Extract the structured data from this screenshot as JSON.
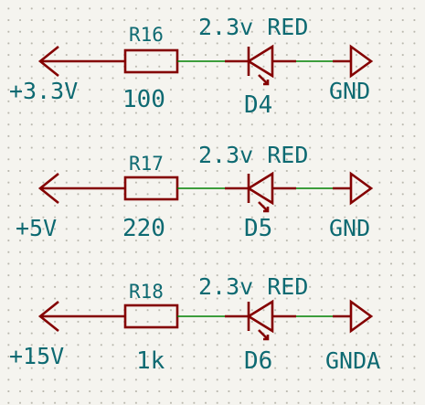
{
  "rows": [
    {
      "power_label": "+3.3V",
      "resistor_ref": "R16",
      "resistor_value": "100",
      "led_value": "2.3v RED",
      "led_ref": "D4",
      "ground_label": "GND"
    },
    {
      "power_label": "+5V",
      "resistor_ref": "R17",
      "resistor_value": "220",
      "led_value": "2.3v RED",
      "led_ref": "D5",
      "ground_label": "GND"
    },
    {
      "power_label": "+15V",
      "resistor_ref": "R18",
      "resistor_value": "1k",
      "led_value": "2.3v RED",
      "led_ref": "D6",
      "ground_label": "GNDA"
    }
  ],
  "colors": {
    "symbol": "#840000",
    "wire": "#008000",
    "text": "#0e6a72",
    "background": "#f5f4ef"
  }
}
